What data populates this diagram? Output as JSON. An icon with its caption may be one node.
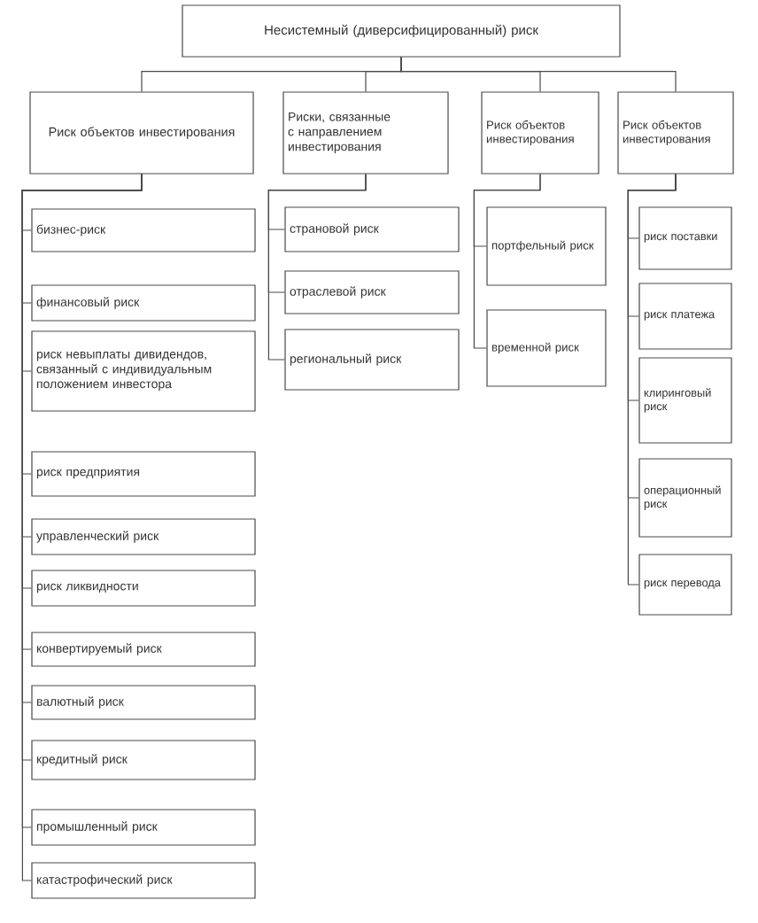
{
  "diagram": {
    "nodes": [
      {
        "text": [
          "Несистемный (диверсифицированный) риск"
        ]
      },
      {
        "text": [
          "Риск объектов инвестирования"
        ]
      },
      {
        "text": [
          "Риски, связанные с направлением инвестирования"
        ]
      },
      {
        "text": [
          "Риск объектов инвестирования"
        ]
      },
      {
        "text": [
          "Риск объектов инвестирования"
        ]
      },
      {
        "text": [
          "бизнес-риск"
        ]
      },
      {
        "text": [
          "финансовый риск"
        ]
      },
      {
        "text": [
          "риск невыплаты дивидендов, связанный с индивидуальным положением инвестора"
        ]
      },
      {
        "text": [
          "риск предприятия"
        ]
      },
      {
        "text": [
          "управленческий риск"
        ]
      },
      {
        "text": [
          "риск ликвидности"
        ]
      },
      {
        "text": [
          "конвертируемый риск"
        ]
      },
      {
        "text": [
          "валютный риск"
        ]
      },
      {
        "text": [
          "кредитный риск"
        ]
      },
      {
        "text": [
          "промышленный риск"
        ]
      },
      {
        "text": [
          "катастрофический риск"
        ]
      },
      {
        "text": [
          "страновой риск"
        ]
      },
      {
        "text": [
          "отраслевой риск"
        ]
      },
      {
        "text": [
          "региональный риск"
        ]
      },
      {
        "text": [
          "портфельный риск"
        ]
      },
      {
        "text": [
          "временной риск"
        ]
      },
      {
        "text": [
          "риск поставки"
        ]
      },
      {
        "text": [
          "риск платежа"
        ]
      },
      {
        "text": [
          "клиринговый риск"
        ]
      },
      {
        "text": [
          "операционный риск"
        ]
      },
      {
        "text": [
          "риск перевода"
        ]
      }
    ],
    "edges": [
      {
        "from": 0,
        "to": 1,
        "arrow": "none"
      },
      {
        "from": 0,
        "to": 2,
        "arrow": "none"
      },
      {
        "from": 0,
        "to": 3,
        "arrow": "none"
      },
      {
        "from": 0,
        "to": 4,
        "arrow": "none"
      },
      {
        "from": 1,
        "to": 5,
        "arrow": "none"
      },
      {
        "from": 1,
        "to": 6,
        "arrow": "none"
      },
      {
        "from": 1,
        "to": 7,
        "arrow": "none"
      },
      {
        "from": 1,
        "to": 8,
        "arrow": "none"
      },
      {
        "from": 1,
        "to": 9,
        "arrow": "none"
      },
      {
        "from": 1,
        "to": 10,
        "arrow": "none"
      },
      {
        "from": 1,
        "to": 11,
        "arrow": "none"
      },
      {
        "from": 1,
        "to": 12,
        "arrow": "none"
      },
      {
        "from": 1,
        "to": 13,
        "arrow": "none"
      },
      {
        "from": 1,
        "to": 14,
        "arrow": "none"
      },
      {
        "from": 1,
        "to": 15,
        "arrow": "none"
      },
      {
        "from": 2,
        "to": 16,
        "arrow": "none"
      },
      {
        "from": 2,
        "to": 17,
        "arrow": "none"
      },
      {
        "from": 2,
        "to": 18,
        "arrow": "none"
      },
      {
        "from": 3,
        "to": 19,
        "arrow": "none"
      },
      {
        "from": 3,
        "to": 20,
        "arrow": "none"
      },
      {
        "from": 4,
        "to": 21,
        "arrow": "none"
      },
      {
        "from": 4,
        "to": 22,
        "arrow": "none"
      },
      {
        "from": 4,
        "to": 23,
        "arrow": "none"
      },
      {
        "from": 4,
        "to": 24,
        "arrow": "none"
      },
      {
        "from": 4,
        "to": 25,
        "arrow": "none"
      }
    ]
  }
}
